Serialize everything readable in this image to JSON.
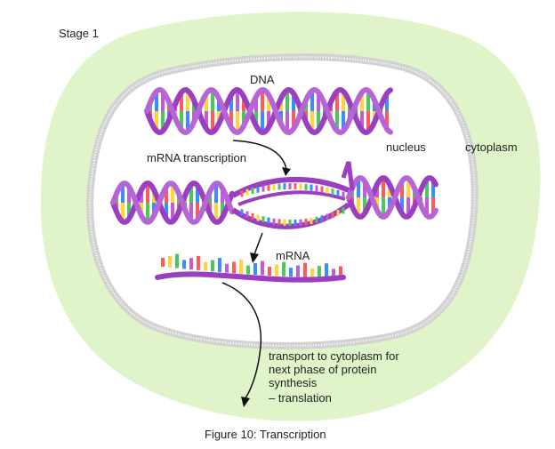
{
  "stage_label": "Stage 1",
  "labels": {
    "dna": "DNA",
    "mrna_transcription": "mRNA transcription",
    "nucleus": "nucleus",
    "cytoplasm": "cytoplasm",
    "mrna": "mRNA",
    "transport_line1": "transport to cytoplasm for",
    "transport_line2": "next phase of protein",
    "transport_line3": "synthesis",
    "transport_line4": "–  translation"
  },
  "caption": "Figure 10: Transcription",
  "colors": {
    "cytoplasm": "#dff5c9",
    "nucleus_fill": "#ffffff",
    "nucleus_border": "#d2d2d2",
    "strand": "#9a3fbf",
    "base_colors": [
      "#ff5a5a",
      "#ffd33a",
      "#49c95b",
      "#3a8cff",
      "#c45ad8"
    ]
  },
  "icons": [
    "arrow-icon"
  ]
}
